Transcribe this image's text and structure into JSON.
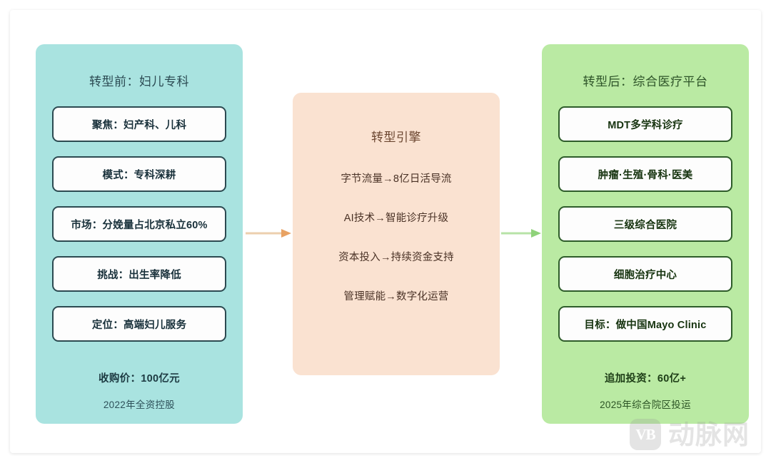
{
  "diagram": {
    "before": {
      "title": "转型前：妇儿专科",
      "items": [
        "聚焦：妇产科、儿科",
        "模式：专科深耕",
        "市场：分娩量占北京私立60%",
        "挑战：出生率降低",
        "定位：高端妇儿服务"
      ],
      "footer_main": "收购价：100亿元",
      "footer_sub": "2022年全资控股",
      "panel_color": "#a9e3e0",
      "box_border_color": "#2c4a51"
    },
    "engine": {
      "title": "转型引擎",
      "lines": [
        "字节流量→8亿日活导流",
        "AI技术→智能诊疗升级",
        "资本投入→持续资金支持",
        "管理赋能→数字化运营"
      ],
      "panel_color": "#fae2d1"
    },
    "after": {
      "title": "转型后：综合医疗平台",
      "items": [
        "MDT多学科诊疗",
        "肿瘤·生殖·骨科·医美",
        "三级综合医院",
        "细胞治疗中心",
        "目标：做中国Mayo Clinic"
      ],
      "footer_main": "追加投资：60亿+",
      "footer_sub": "2025年综合院区投运",
      "panel_color": "#baeaa3",
      "box_border_color": "#2e5c2a"
    },
    "arrows": {
      "left_color": "#e8a263",
      "right_color": "#8fd27a"
    }
  },
  "watermark": {
    "badge_text": "VB",
    "text": "动脉网"
  }
}
